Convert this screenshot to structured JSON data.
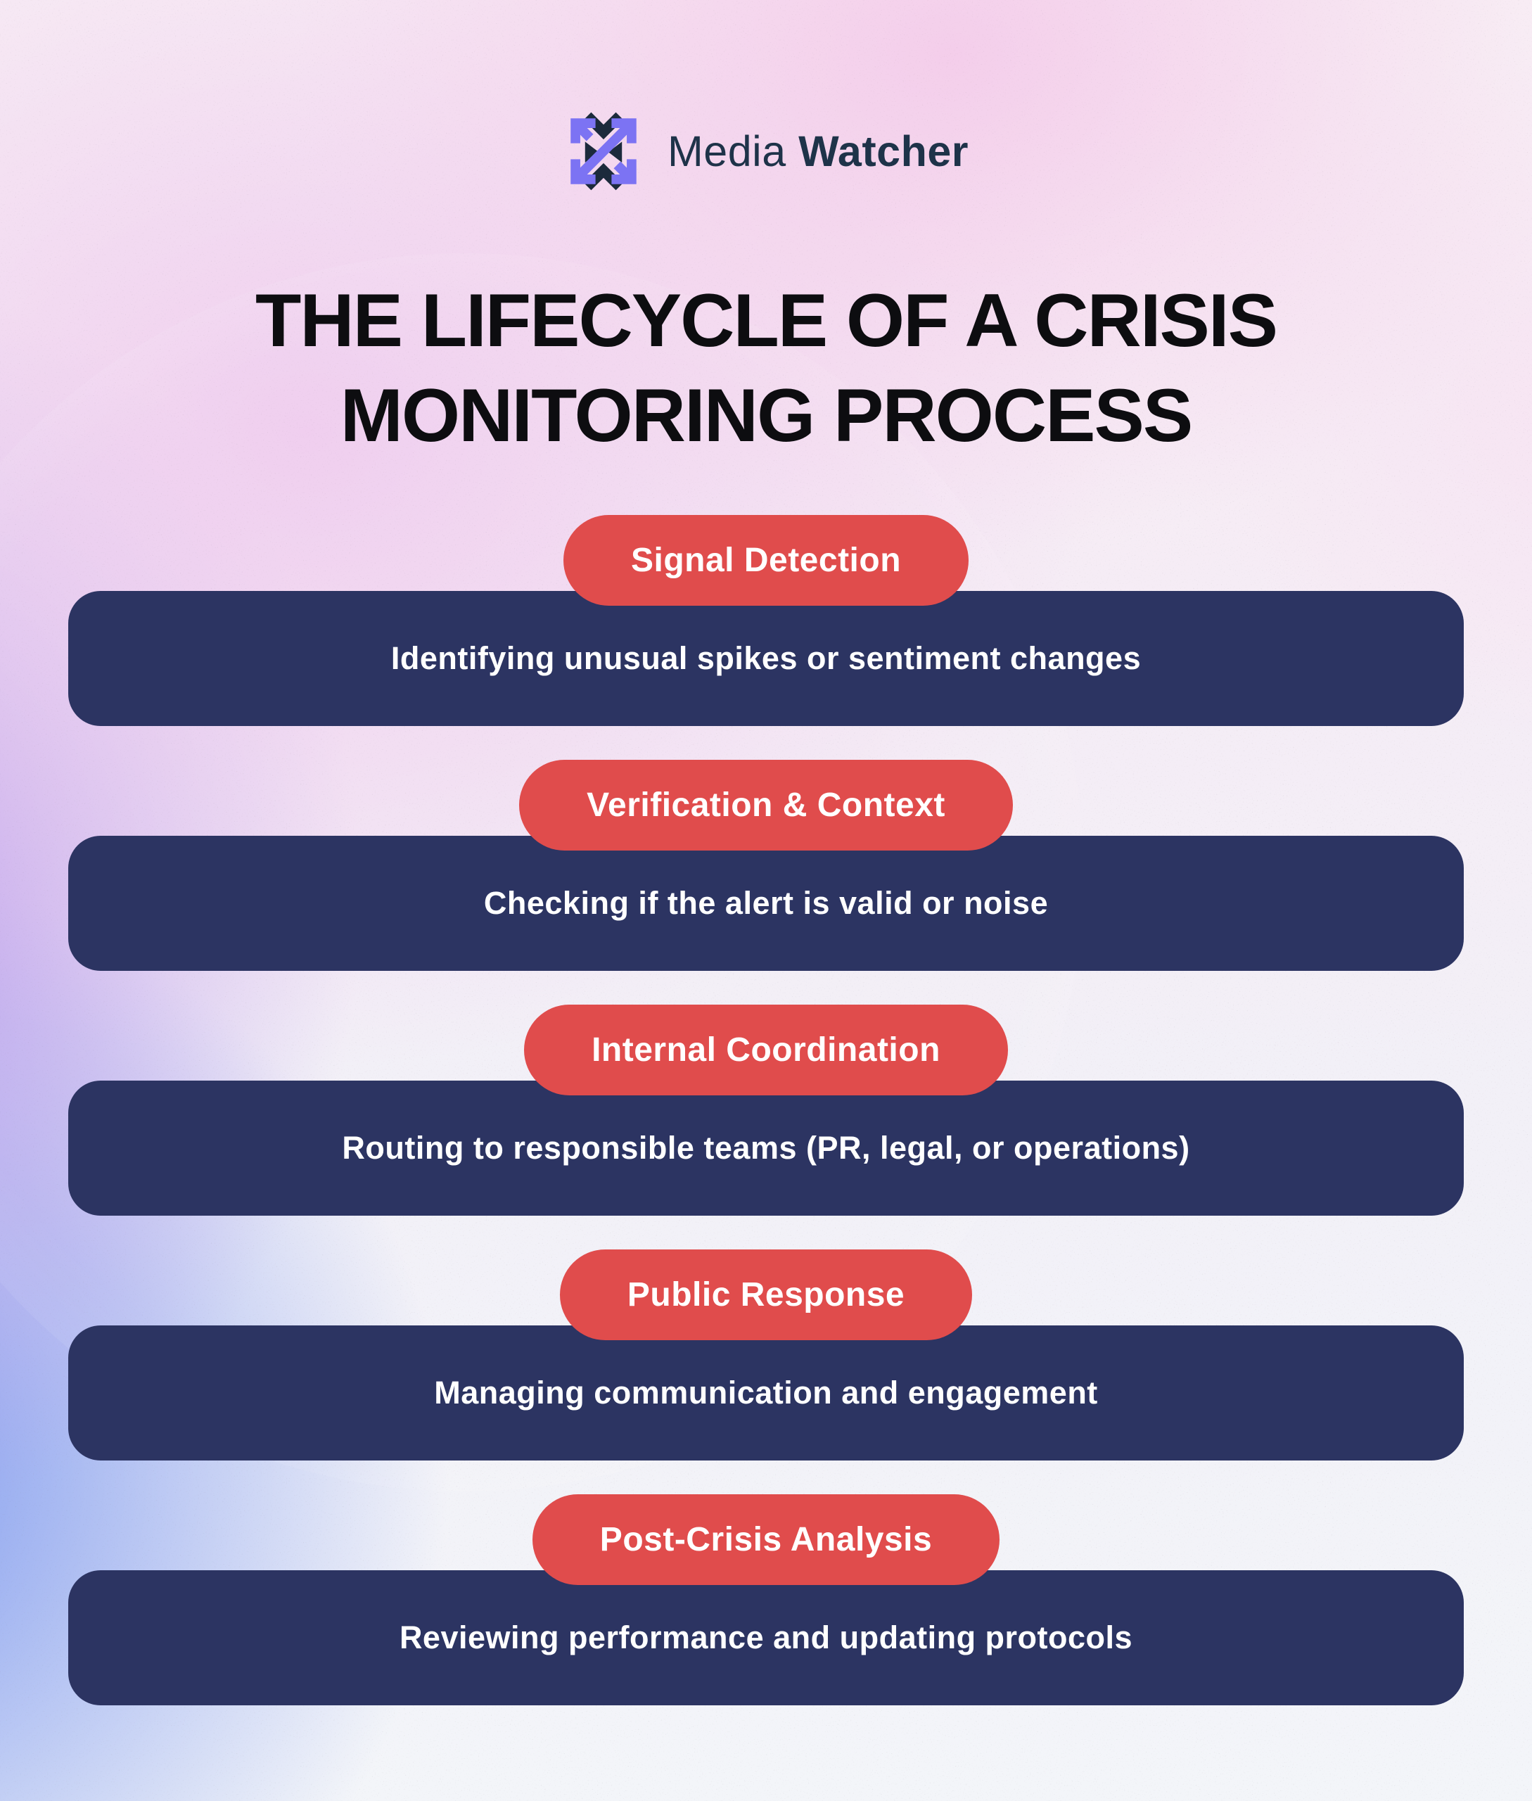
{
  "brand": {
    "regular": "Media",
    "bold": "Watcher",
    "logo_icon": "crossed-arrows-x"
  },
  "title": {
    "line1": "THE LIFECYCLE OF A CRISIS",
    "line2": "MONITORING PROCESS"
  },
  "stages": [
    {
      "label": "Signal Detection",
      "description": "Identifying unusual spikes or sentiment changes"
    },
    {
      "label": "Verification & Context",
      "description": "Checking if the alert is valid or noise"
    },
    {
      "label": "Internal Coordination",
      "description": "Routing to responsible teams (PR, legal, or operations)"
    },
    {
      "label": "Public Response",
      "description": "Managing communication and engagement"
    },
    {
      "label": "Post-Crisis Analysis",
      "description": "Reviewing performance and updating protocols"
    }
  ],
  "colors": {
    "pill_red": "#E04C4C",
    "bar_navy": "#2C3462",
    "logo_purple": "#7C73F3",
    "logo_navy": "#1C2A3C",
    "brand_text": "#1E3349",
    "title_black": "#0D0D10",
    "background_pink": "#F4CCEA",
    "background_purple": "#BCA0EC",
    "background_blue": "#7A96EE"
  }
}
